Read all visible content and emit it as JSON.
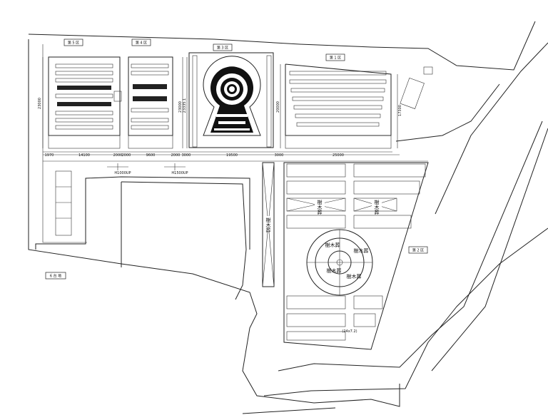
{
  "areas": [
    {
      "label": "第 5 区"
    },
    {
      "label": "第 4 区"
    },
    {
      "label": "第 3 区"
    },
    {
      "label": "第 1 区"
    },
    {
      "label": "第 2 区"
    },
    {
      "label": "6 台 地"
    }
  ],
  "dimensions": {
    "horizontal": [
      "1970",
      "14100",
      "2000",
      "2000",
      "9600",
      "2000",
      "3000",
      "19500",
      "3000",
      "25000"
    ],
    "vertical": [
      "23000",
      "23000",
      "23335.1",
      "20000",
      "17300"
    ]
  },
  "elevations": [
    "H1000UP",
    "H1500UP"
  ],
  "tree_burial": {
    "corridor": "樹木葬",
    "left_box": "樹木葬",
    "right_box": "樹木葬",
    "ring_upper_left": "樹木葬",
    "ring_upper_right": "樹木葬",
    "ring_lower_left": "樹木葬",
    "ring_lower_right": "樹木葬"
  },
  "small_note": "(24x7.2)"
}
